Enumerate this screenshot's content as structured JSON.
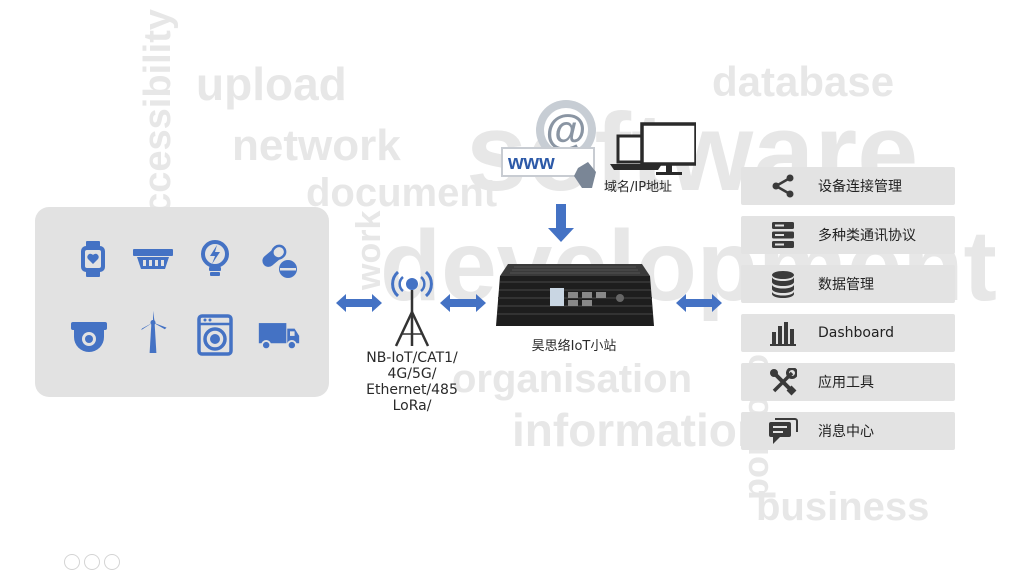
{
  "background_words": [
    "upload",
    "accessibility",
    "network",
    "document",
    "database",
    "software",
    "development",
    "work",
    "organisation",
    "information",
    "portfolio",
    "business"
  ],
  "devices": [
    {
      "icon": "smartwatch-icon"
    },
    {
      "icon": "smoke-detector-icon"
    },
    {
      "icon": "lightbulb-icon"
    },
    {
      "icon": "pills-icon"
    },
    {
      "icon": "security-camera-icon"
    },
    {
      "icon": "wind-turbine-icon"
    },
    {
      "icon": "washing-machine-icon"
    },
    {
      "icon": "truck-icon"
    }
  ],
  "protocol_lines": [
    "NB-IoT/CAT1/",
    "4G/5G/",
    "Ethernet/485",
    "LoRa/"
  ],
  "gateway_label": "昊思络IoT小站",
  "web_label": "www",
  "domain_label": "域名/IP地址",
  "features": [
    {
      "icon": "share-icon",
      "label": "设备连接管理"
    },
    {
      "icon": "server-stack-icon",
      "label": "多种类通讯协议"
    },
    {
      "icon": "database-icon",
      "label": "数据管理"
    },
    {
      "icon": "bar-chart-icon",
      "label": "Dashboard"
    },
    {
      "icon": "tools-icon",
      "label": "应用工具"
    },
    {
      "icon": "message-icon",
      "label": "消息中心"
    }
  ],
  "colors": {
    "accent": "#4472c4",
    "panel": "#e2e2e2",
    "feature_bg": "#e3e3e3",
    "icon_dark": "#3a3a3a"
  }
}
